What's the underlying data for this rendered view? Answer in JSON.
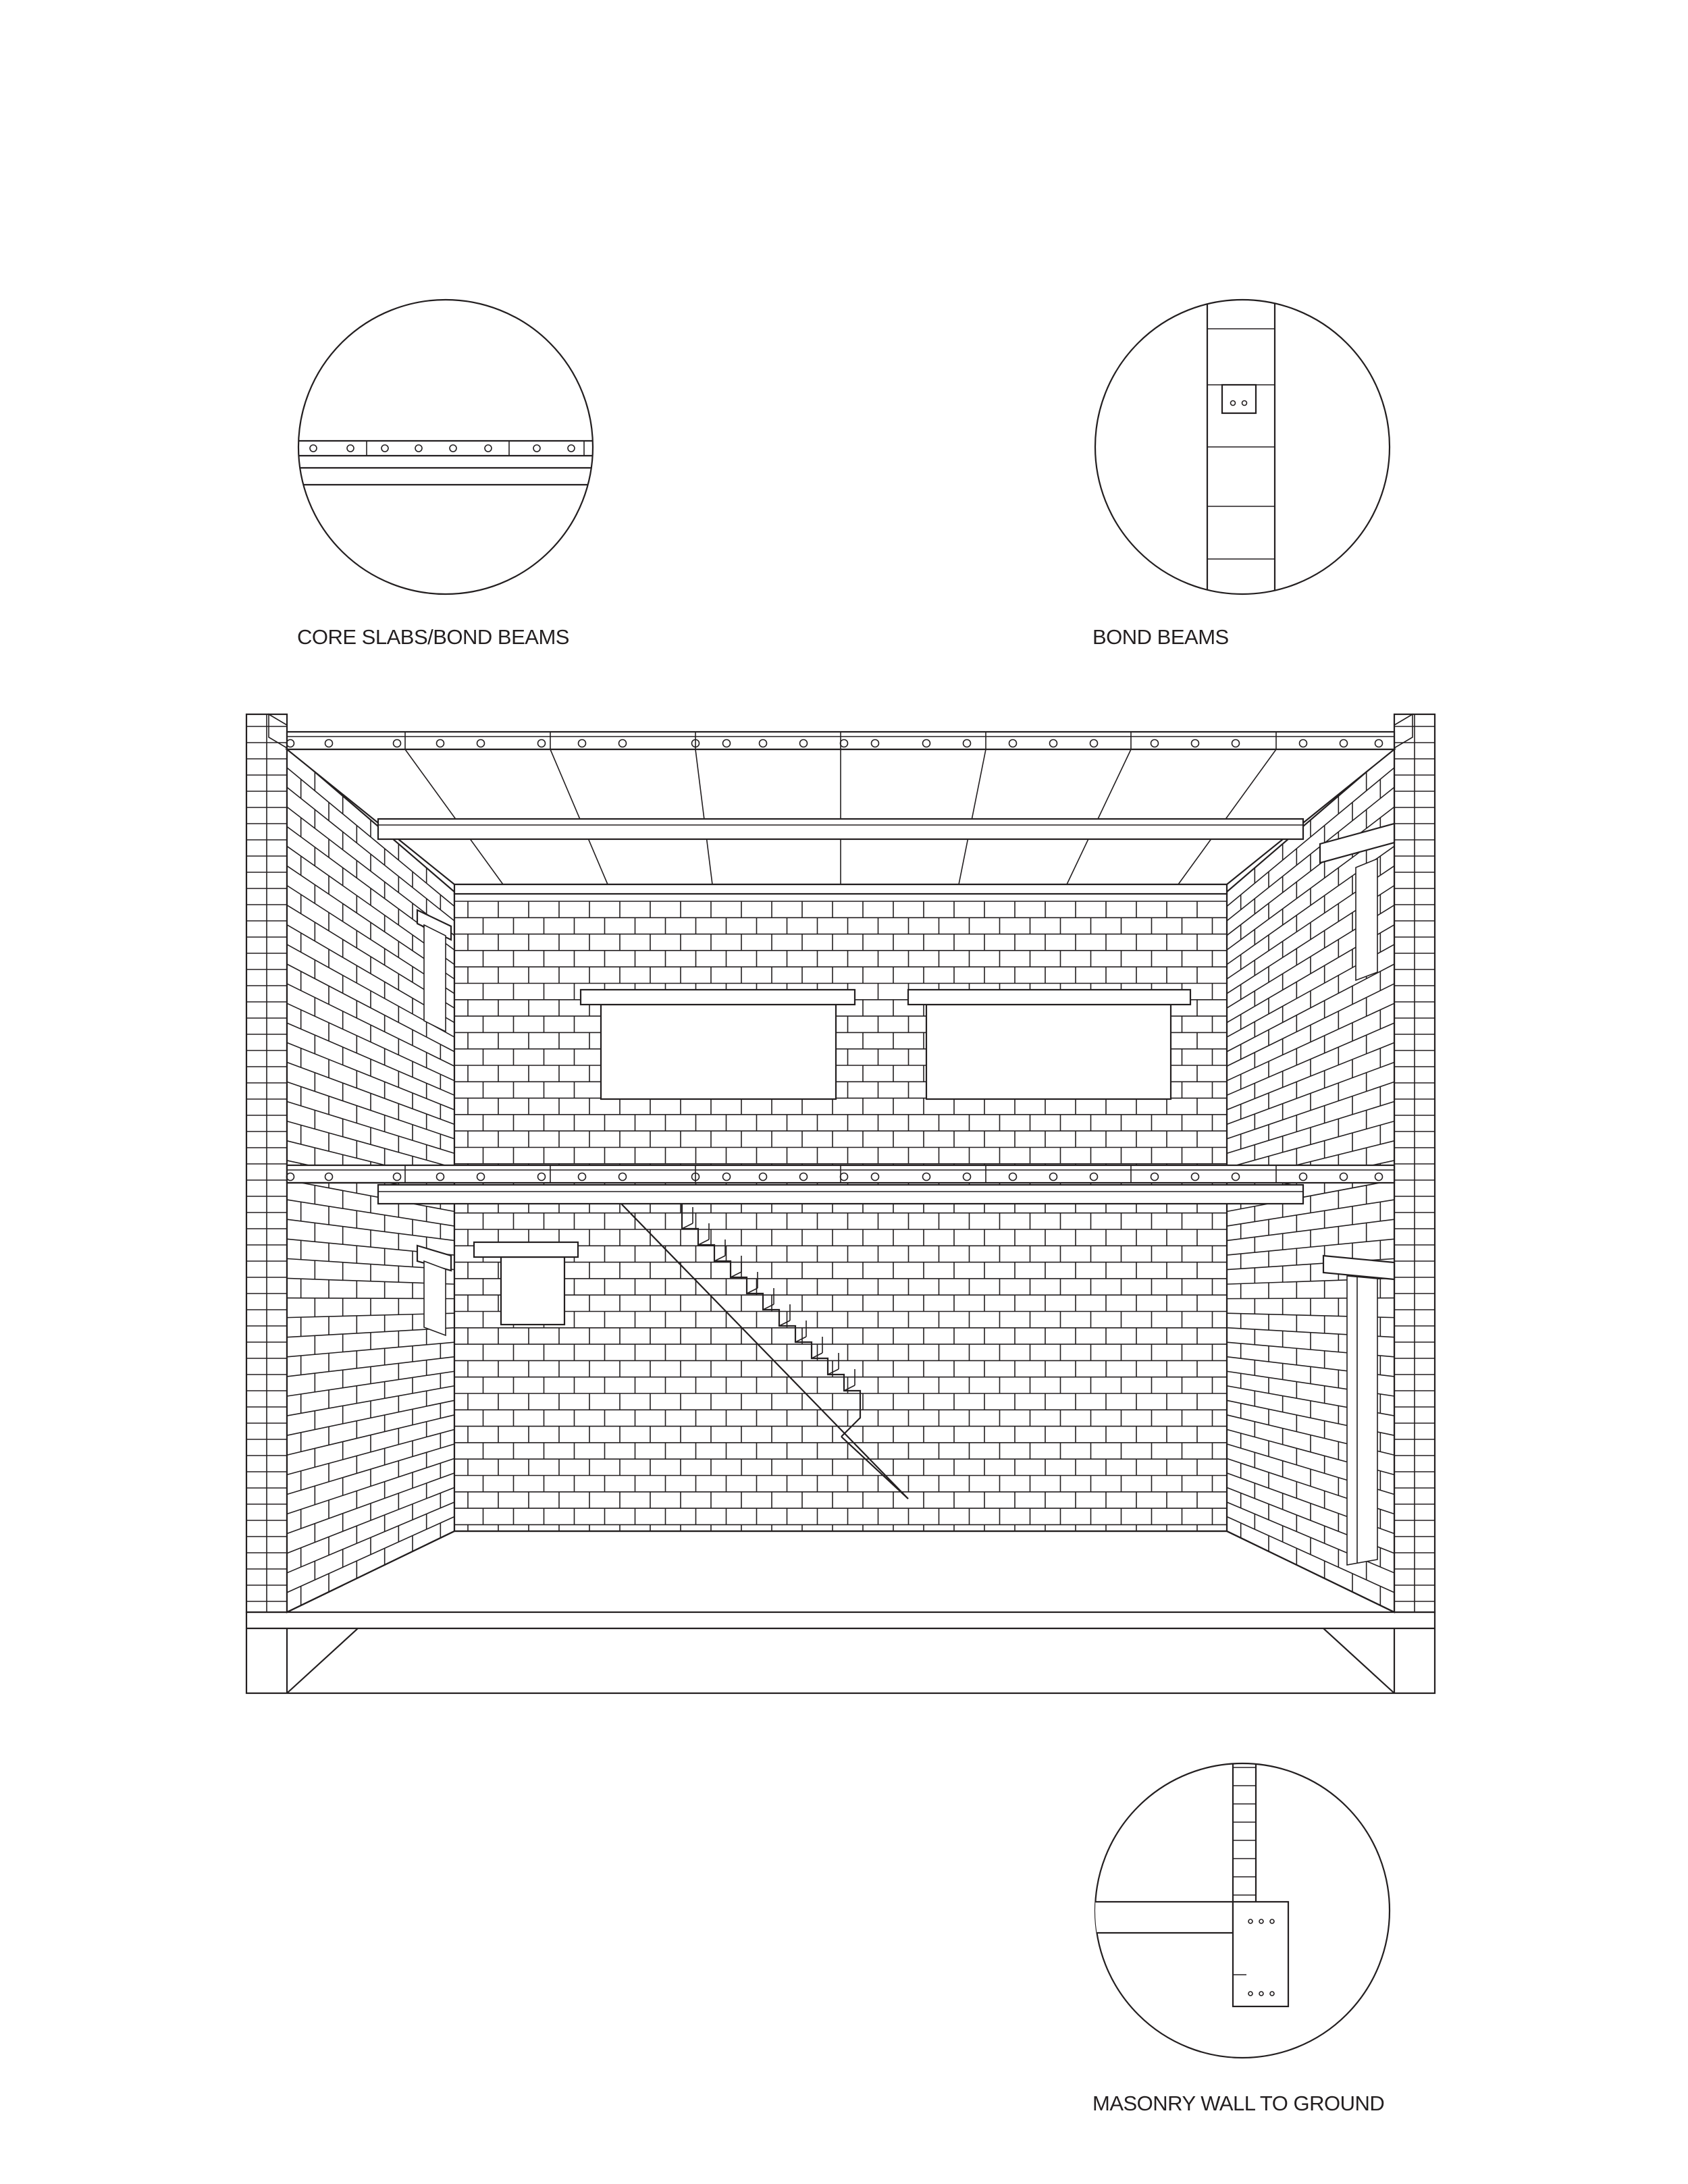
{
  "details": {
    "core_slabs": {
      "label": "CORE SLABS/BOND BEAMS"
    },
    "bond_beams": {
      "label": "BOND BEAMS"
    },
    "wall_to_ground": {
      "label": "MASONRY WALL TO GROUND"
    }
  },
  "colors": {
    "line": "#231f20",
    "background": "#ffffff"
  }
}
